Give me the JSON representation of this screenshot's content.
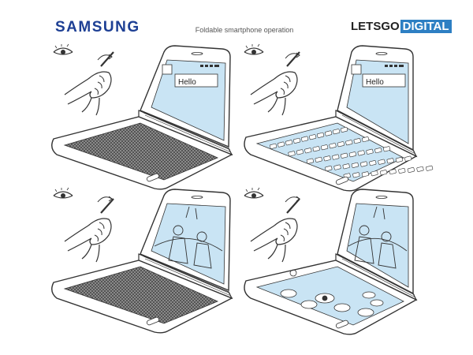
{
  "header": {
    "brand": "SAMSUNG",
    "subtitle": "Foldable smartphone operation",
    "watermark_left": "LETSGO",
    "watermark_right": "DIGITAL"
  },
  "panels": [
    {
      "id": "top-left",
      "bottom_half": "textured-surface",
      "screen_text": "Hello"
    },
    {
      "id": "top-right",
      "bottom_half": "keyboard",
      "screen_text": "Hello"
    },
    {
      "id": "bottom-left",
      "bottom_half": "textured-surface",
      "screen_text": ""
    },
    {
      "id": "bottom-right",
      "bottom_half": "control-buttons",
      "screen_text": ""
    }
  ],
  "colors": {
    "brand": "#1d3f94",
    "screen": "#c9e4f4",
    "line": "#333333",
    "texture": "#555555",
    "watermark_bg": "#2d7fc3"
  },
  "icons": [
    "eye-icon",
    "hand-icon",
    "rotation-arrow-icon",
    "signal-battery-icon",
    "contact-icon",
    "play-button-icon"
  ]
}
